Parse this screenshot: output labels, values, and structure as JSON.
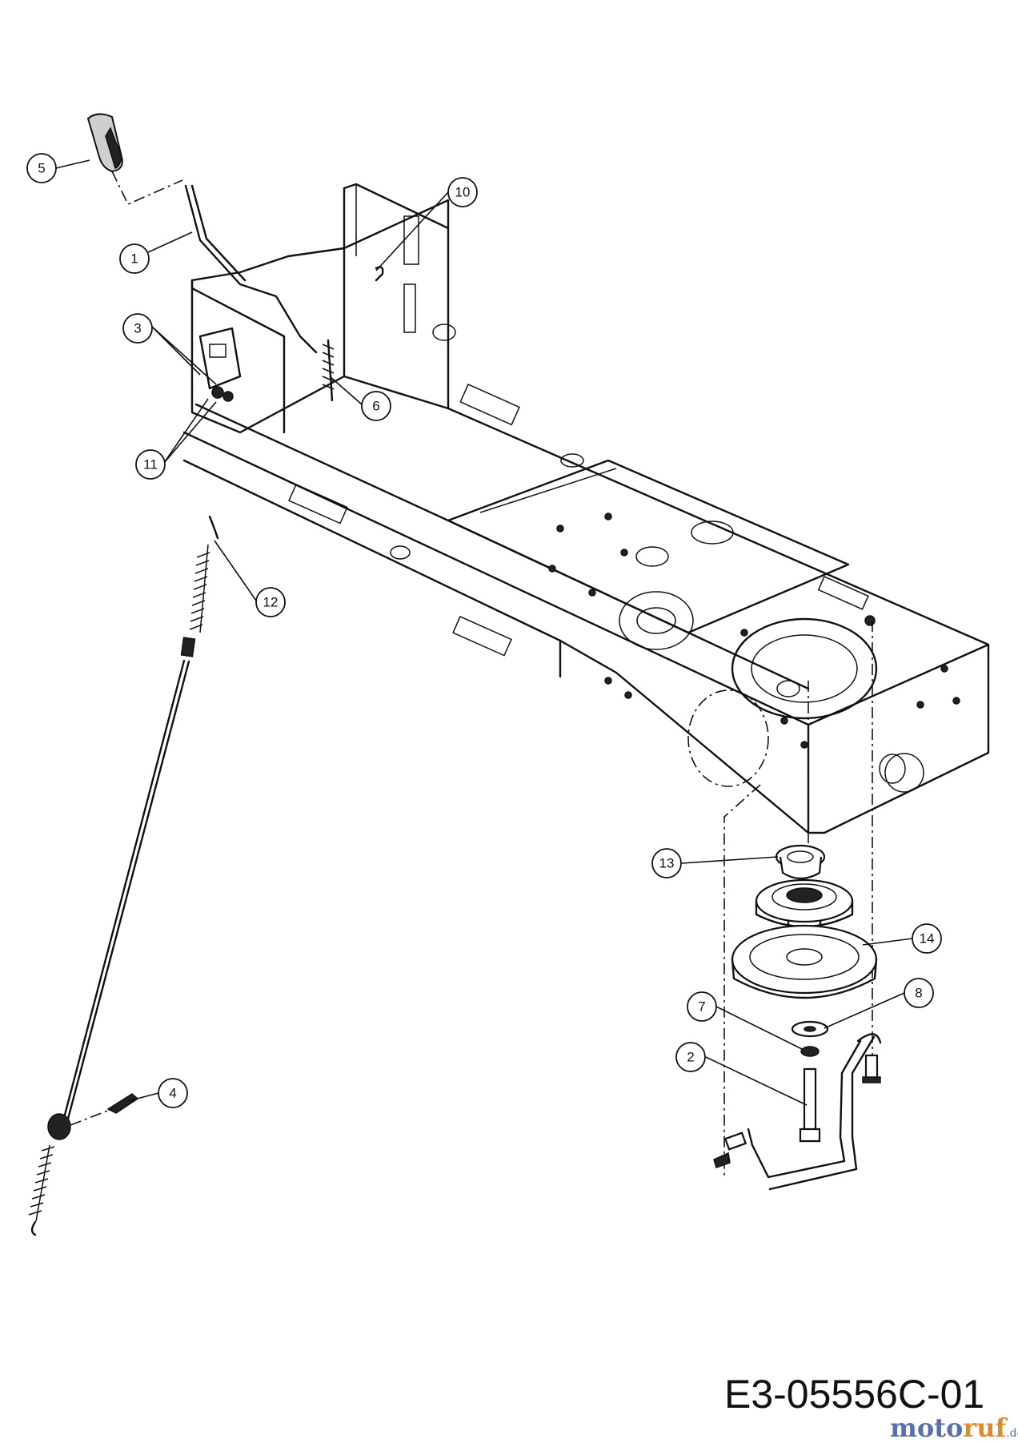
{
  "diagram": {
    "drawing_code": "E3-05556C-01",
    "watermark": {
      "part1": "moto",
      "part2": "ruf",
      "part3": ".de"
    },
    "callouts": [
      "1",
      "2",
      "3",
      "4",
      "5",
      "6",
      "7",
      "8",
      "10",
      "11",
      "12",
      "13",
      "14"
    ]
  }
}
